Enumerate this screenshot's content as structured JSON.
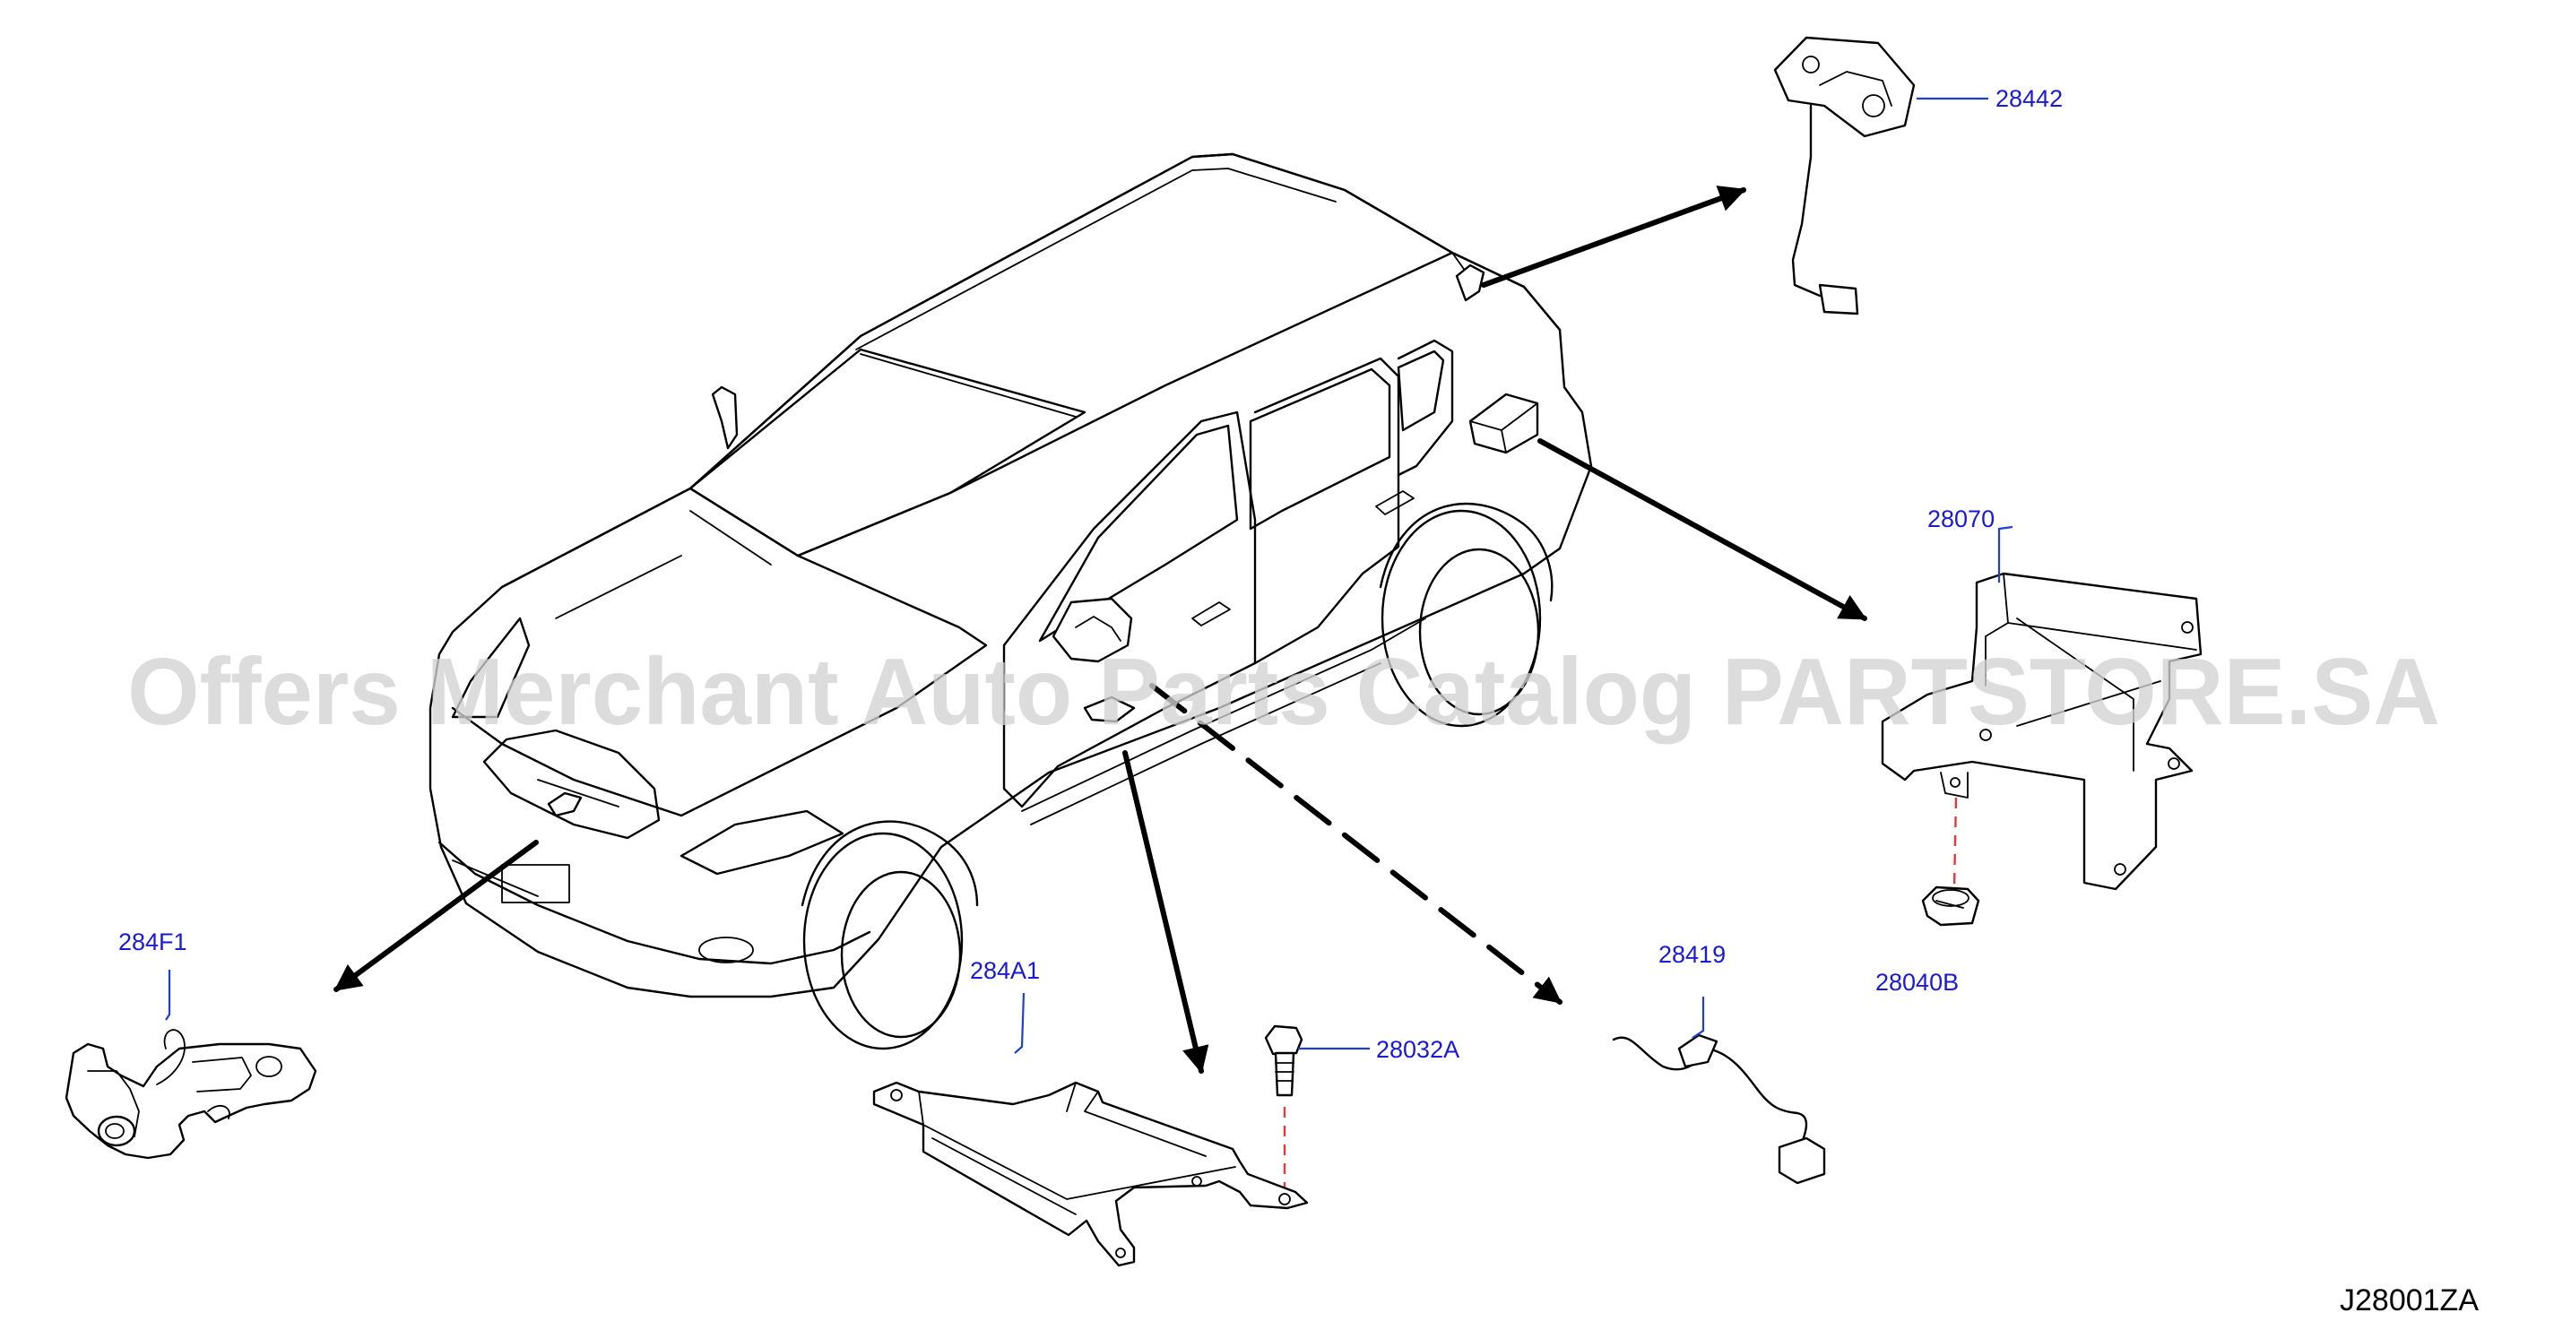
{
  "watermark": "Offers Merchant Auto Parts Catalog PARTSTORE.SA",
  "diagram_code": "J28001ZA",
  "colors": {
    "callout": "#1a1ad6",
    "leader": "#1f3fd1",
    "dashed_fastener_line": "#e23a3a",
    "watermark": "#d2d2d2"
  },
  "parts": {
    "p28442": "28442",
    "p28070": "28070",
    "p28040B": "28040B",
    "p28419": "28419",
    "p28032A": "28032A",
    "p284A1": "284A1",
    "p284F1": "284F1"
  }
}
